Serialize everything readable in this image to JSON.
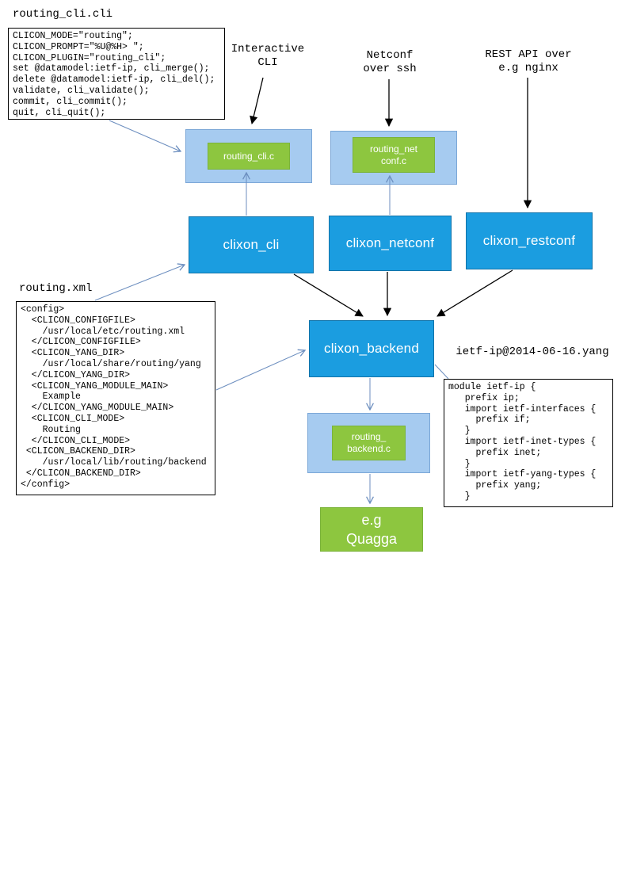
{
  "files": {
    "cli": {
      "title": "routing_cli.cli",
      "code": "CLICON_MODE=\"routing\";\nCLICON_PROMPT=\"%U@%H> \";\nCLICON_PLUGIN=\"routing_cli\";\nset @datamodel:ietf-ip, cli_merge();\ndelete @datamodel:ietf-ip, cli_del();\nvalidate, cli_validate();\ncommit, cli_commit();\nquit, cli_quit();"
    },
    "xml": {
      "title": "routing.xml",
      "code": "<config>\n  <CLICON_CONFIGFILE>\n    /usr/local/etc/routing.xml\n  </CLICON_CONFIGFILE>\n  <CLICON_YANG_DIR>\n    /usr/local/share/routing/yang\n  </CLICON_YANG_DIR>\n  <CLICON_YANG_MODULE_MAIN>\n    Example\n  </CLICON_YANG_MODULE_MAIN>\n  <CLICON_CLI_MODE>\n    Routing\n  </CLICON_CLI_MODE>\n <CLICON_BACKEND_DIR>\n    /usr/local/lib/routing/backend\n </CLICON_BACKEND_DIR>\n</config>"
    },
    "yang": {
      "title": "ietf-ip@2014-06-16.yang",
      "code": "module ietf-ip {\n   prefix ip;\n   import ietf-interfaces {\n     prefix if;\n   }\n   import ietf-inet-types {\n     prefix inet;\n   }\n   import ietf-yang-types {\n     prefix yang;\n   }"
    }
  },
  "annotations": {
    "interactive_cli": "Interactive\nCLI",
    "netconf_ssh": "Netconf\nover ssh",
    "rest_api": "REST API over\ne.g nginx"
  },
  "nodes": {
    "clixon_cli": "clixon_cli",
    "clixon_netconf": "clixon_netconf",
    "clixon_restconf": "clixon_restconf",
    "clixon_backend": "clixon_backend",
    "plugin_cli": "routing_cli.c",
    "plugin_netconf": "routing_net\nconf.c",
    "plugin_backend": "routing_\nbackend.c",
    "quagga": "e.g\nQuagga"
  },
  "colors": {
    "node_blue": "#1b9de0",
    "node_light_blue": "#a6cbf0",
    "node_green": "#8dc63f",
    "arrow_blue": "#6c8ebf",
    "arrow_black": "#000000"
  }
}
